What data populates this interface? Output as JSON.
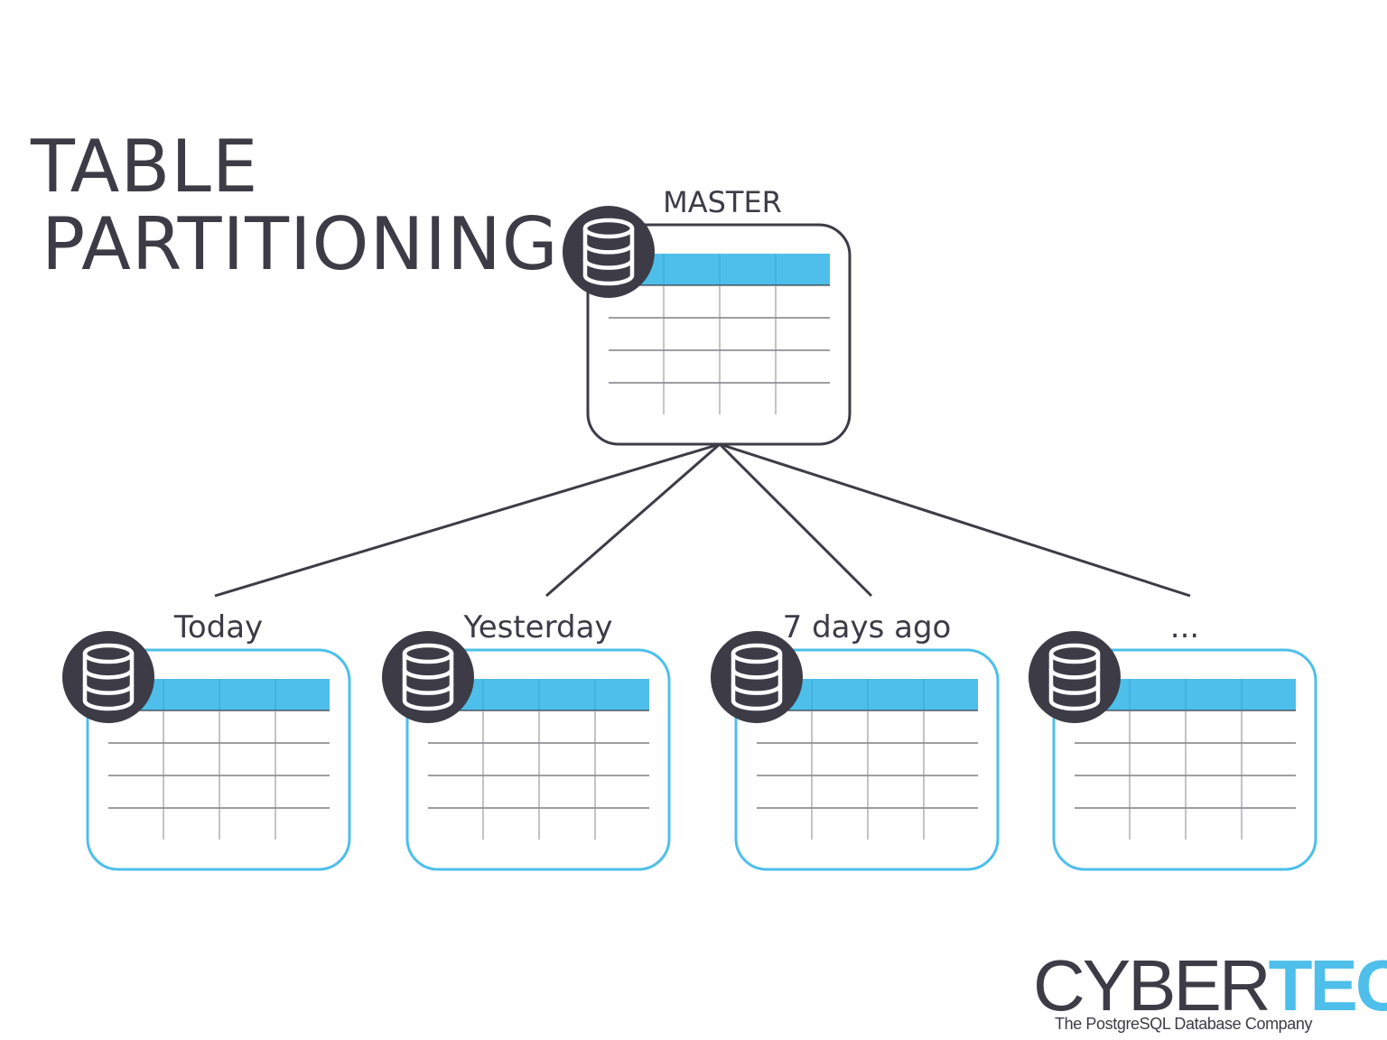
{
  "title": {
    "line1": "TABLE",
    "line2": "PARTITIONING"
  },
  "master": {
    "label": "MASTER"
  },
  "partitions": [
    {
      "label": "Today"
    },
    {
      "label": "Yesterday"
    },
    {
      "label": "7 days ago"
    },
    {
      "label": "..."
    }
  ],
  "logo": {
    "word_dark": "CYBER",
    "word_accent": "TEC",
    "tagline": "The PostgreSQL Database Company"
  },
  "colors": {
    "dark": "#3d3c46",
    "accent": "#4dbfea",
    "background": "#ffffff",
    "grid": "#8a8a90"
  },
  "icons": {
    "table": "database-icon"
  }
}
